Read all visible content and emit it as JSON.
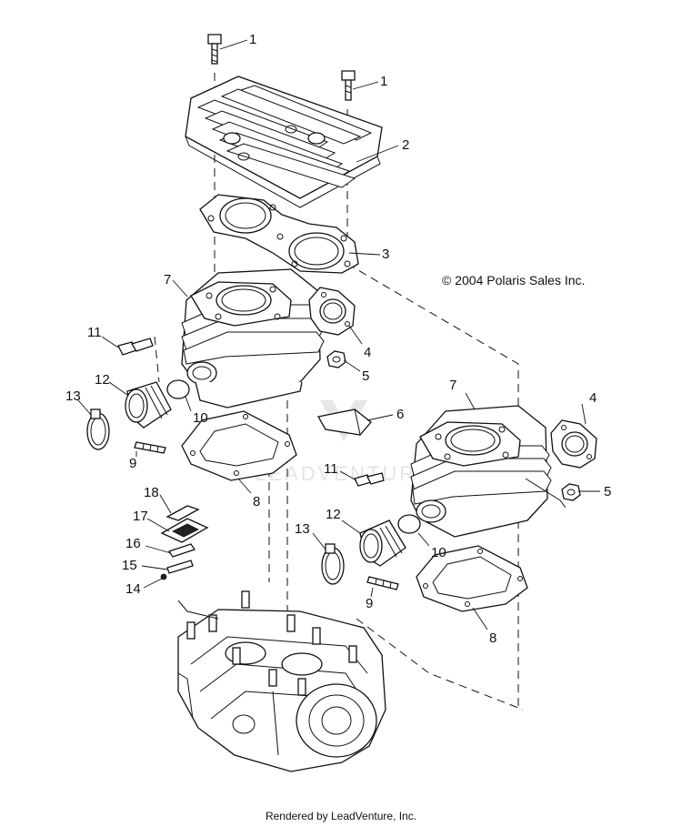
{
  "copyright": "© 2004 Polaris Sales Inc.",
  "footer": "Rendered by LeadVenture, Inc.",
  "watermark": "LEADVENTURE",
  "callouts": [
    {
      "id": "c1a",
      "text": "1"
    },
    {
      "id": "c1b",
      "text": "1"
    },
    {
      "id": "c2",
      "text": "2"
    },
    {
      "id": "c3",
      "text": "3"
    },
    {
      "id": "c4a",
      "text": "4"
    },
    {
      "id": "c4b",
      "text": "4"
    },
    {
      "id": "c5a",
      "text": "5"
    },
    {
      "id": "c5b",
      "text": "5"
    },
    {
      "id": "c6",
      "text": "6"
    },
    {
      "id": "c7a",
      "text": "7"
    },
    {
      "id": "c7b",
      "text": "7"
    },
    {
      "id": "c8a",
      "text": "8"
    },
    {
      "id": "c8b",
      "text": "8"
    },
    {
      "id": "c9a",
      "text": "9"
    },
    {
      "id": "c9b",
      "text": "9"
    },
    {
      "id": "c10a",
      "text": "10"
    },
    {
      "id": "c10b",
      "text": "10"
    },
    {
      "id": "c11a",
      "text": "11"
    },
    {
      "id": "c11b",
      "text": "11"
    },
    {
      "id": "c12a",
      "text": "12"
    },
    {
      "id": "c12b",
      "text": "12"
    },
    {
      "id": "c13a",
      "text": "13"
    },
    {
      "id": "c13b",
      "text": "13"
    },
    {
      "id": "c14",
      "text": "14"
    },
    {
      "id": "c15",
      "text": "15"
    },
    {
      "id": "c16",
      "text": "16"
    },
    {
      "id": "c17",
      "text": "17"
    },
    {
      "id": "c18",
      "text": "18"
    }
  ]
}
